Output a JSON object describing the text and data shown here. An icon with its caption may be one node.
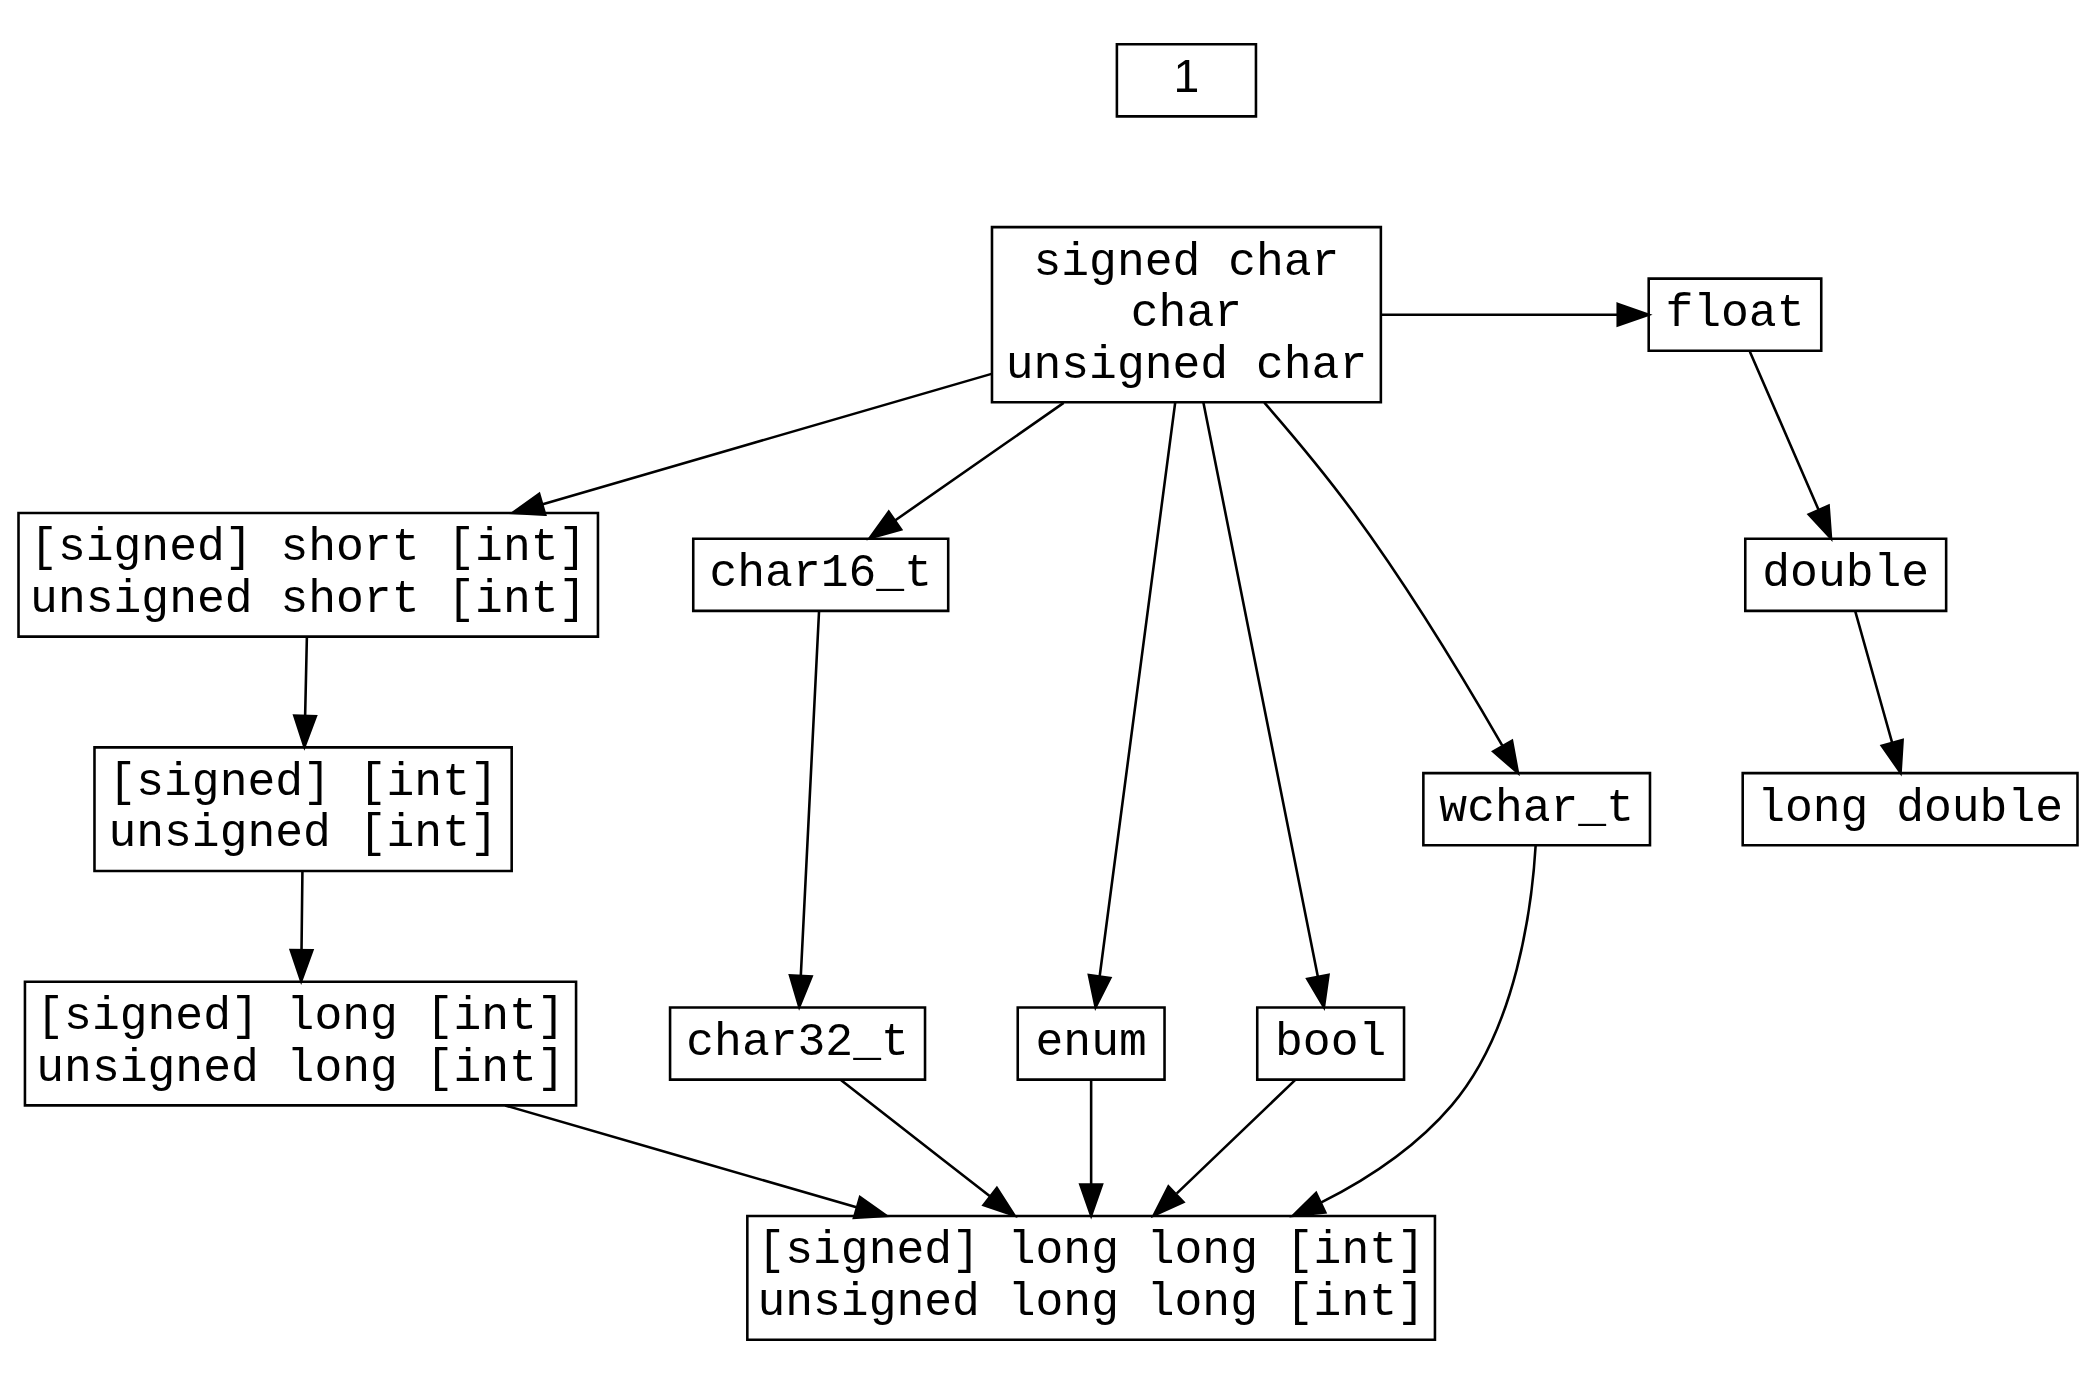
{
  "diagram": {
    "nodes": [
      {
        "text": [
          "1"
        ]
      },
      {
        "text": [
          "signed char",
          "char",
          "unsigned char"
        ]
      },
      {
        "text": [
          "float"
        ]
      },
      {
        "text": [
          "double"
        ]
      },
      {
        "text": [
          "long double"
        ]
      },
      {
        "text": [
          "[signed] short [int]",
          "unsigned short [int]"
        ]
      },
      {
        "text": [
          "char16_t"
        ]
      },
      {
        "text": [
          "enum"
        ]
      },
      {
        "text": [
          "bool"
        ]
      },
      {
        "text": [
          "[signed] [int]",
          "unsigned [int]"
        ]
      },
      {
        "text": [
          "wchar_t"
        ]
      },
      {
        "text": [
          "char32_t"
        ]
      },
      {
        "text": [
          "[signed] long [int]",
          "unsigned long [int]"
        ]
      },
      {
        "text": [
          "[signed] long long [int]",
          "unsigned long long [int]"
        ]
      }
    ],
    "edges": [
      {
        "from": 1,
        "to": 2,
        "arrow": "to"
      },
      {
        "from": 2,
        "to": 3,
        "arrow": "to"
      },
      {
        "from": 3,
        "to": 4,
        "arrow": "to"
      },
      {
        "from": 1,
        "to": 7,
        "arrow": "to"
      },
      {
        "from": 1,
        "to": 8,
        "arrow": "to"
      },
      {
        "from": 1,
        "to": 5,
        "arrow": "to"
      },
      {
        "from": 1,
        "to": 6,
        "arrow": "to"
      },
      {
        "from": 1,
        "to": 10,
        "arrow": "to"
      },
      {
        "from": 5,
        "to": 9,
        "arrow": "to"
      },
      {
        "from": 9,
        "to": 12,
        "arrow": "to"
      },
      {
        "from": 12,
        "to": 13,
        "arrow": "to"
      },
      {
        "from": 6,
        "to": 11,
        "arrow": "to"
      },
      {
        "from": 7,
        "to": 13,
        "arrow": "to"
      },
      {
        "from": 8,
        "to": 13,
        "arrow": "to"
      },
      {
        "from": 11,
        "to": 13,
        "arrow": "to"
      },
      {
        "from": 10,
        "to": 13,
        "arrow": "to"
      }
    ]
  }
}
